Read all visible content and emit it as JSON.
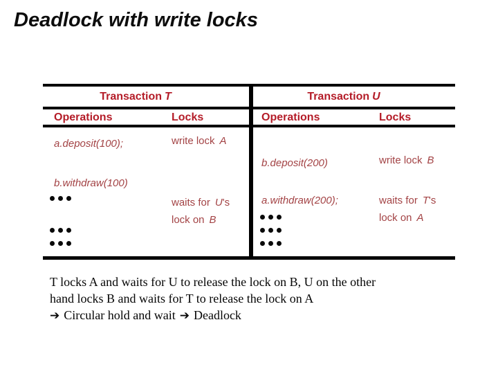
{
  "title": "Deadlock with write locks",
  "tables": {
    "t": {
      "header_label": "Transaction",
      "header_var": "T",
      "col_operations": "Operations",
      "col_locks": "Locks",
      "op1": "a.deposit(100);",
      "lock1_text": "write lock",
      "lock1_var": "A",
      "op2": "b.withdraw(100)",
      "wait_line1_text": "waits for",
      "wait_line1_var": "U",
      "wait_line1_suffix": "'s",
      "wait_line2_text": "lock on",
      "wait_line2_var": "B"
    },
    "u": {
      "header_label": "Transaction",
      "header_var": "U",
      "col_operations": "Operations",
      "col_locks": "Locks",
      "op1": "b.deposit(200)",
      "lock1_text": "write lock",
      "lock1_var": "B",
      "op2": "a.withdraw(200);",
      "wait_line1_text": "waits for",
      "wait_line1_var": "T",
      "wait_line1_suffix": "'s",
      "wait_line2_text": "lock on",
      "wait_line2_var": "A"
    }
  },
  "ellipsis": "...",
  "footer": {
    "line1": "T locks A and waits for U to release the lock on B, U on the other",
    "line2": "hand locks B and waits for T to release the lock on A",
    "arrow": "➔",
    "line3_a": "Circular hold and wait",
    "line3_b": "Deadlock"
  },
  "colors": {
    "header_red": "#b41c28",
    "body_red": "#a34345",
    "text_black": "#0d0d0d",
    "line_black": "#000000",
    "background": "#ffffff"
  }
}
